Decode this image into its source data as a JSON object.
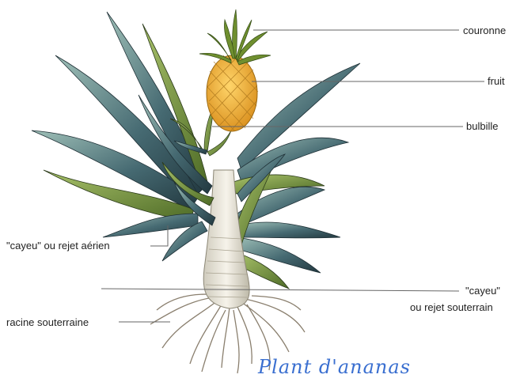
{
  "labels": {
    "couronne": "couronne",
    "fruit": "fruit",
    "bulbille": "bulbille",
    "cayeu_aerien": "\"cayeu\" ou rejet aérien",
    "cayeu_souterrain_line1": "\"cayeu\"",
    "cayeu_souterrain_line2": "ou rejet souterrain",
    "racine": "racine souterraine"
  },
  "caption": "Plant d'ananas",
  "colors": {
    "leaf_dark": "#2f4f5a",
    "leaf_light": "#7fa39c",
    "leaf_green": "#6f8f3a",
    "fruit": "#f0b43a",
    "crown": "#5f7f2a",
    "stem": "#e8e4d6",
    "root": "#8a7f6e",
    "leader_line": "#666666",
    "caption": "#3a6fd0"
  }
}
